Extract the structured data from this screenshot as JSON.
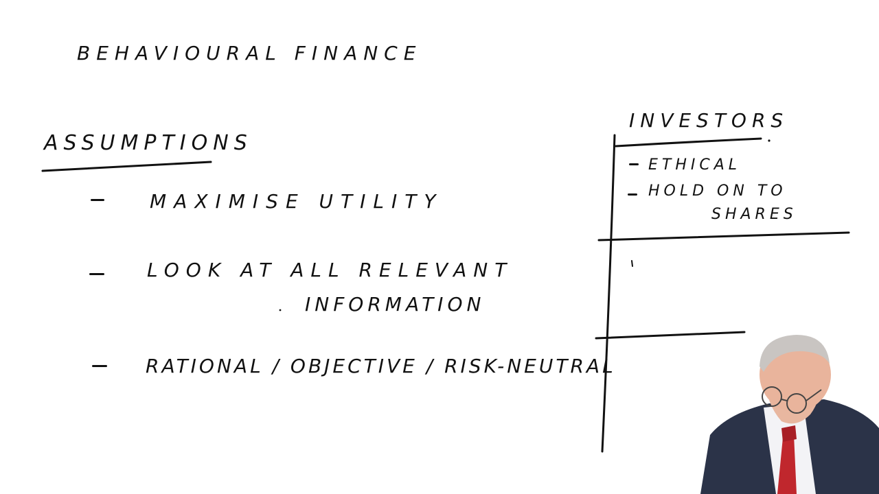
{
  "whiteboard": {
    "title": "BEHAVIOURAL FINANCE",
    "assumptions": {
      "heading": "ASSUMPTIONS",
      "items": [
        "MAXIMISE UTILITY",
        "LOOK AT ALL RELEVANT",
        "INFORMATION",
        "RATIONAL / OBJECTIVE / RISK-NEUTRAL"
      ]
    },
    "investors": {
      "heading": "INVESTORS",
      "items": [
        "ETHICAL",
        "HOLD ON TO",
        "SHARES"
      ]
    }
  },
  "colors": {
    "ink": "#111111",
    "board": "#ffffff",
    "suit": "#2b3348",
    "tie": "#c0272d"
  }
}
